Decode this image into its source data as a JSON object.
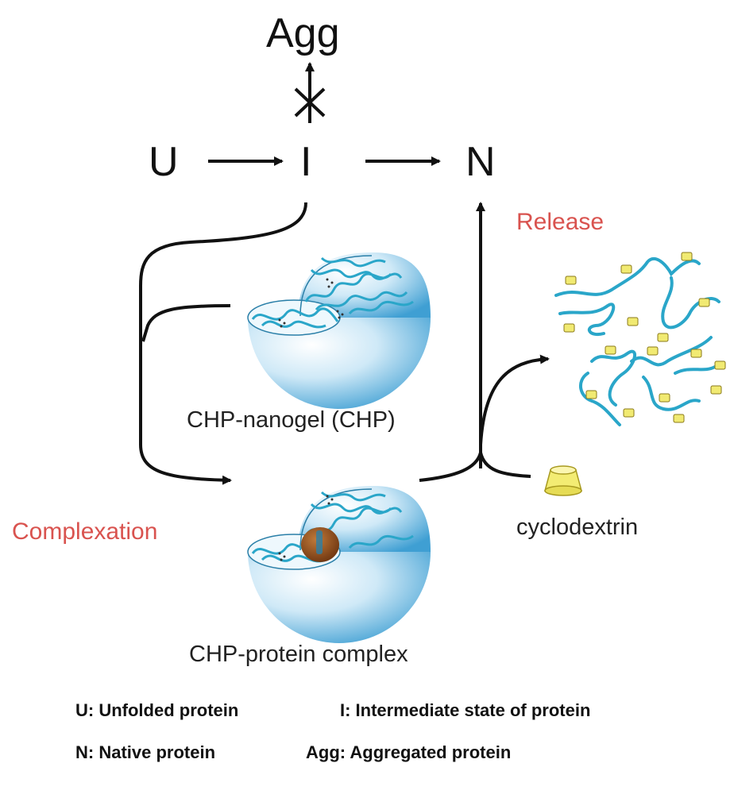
{
  "states": {
    "agg": "Agg",
    "u": "U",
    "i": "I",
    "n": "N"
  },
  "labels": {
    "release": "Release",
    "complexation": "Complexation",
    "chp_nanogel": "CHP-nanogel (CHP)",
    "chp_protein_complex": "CHP-protein complex",
    "cyclodextrin": "cyclodextrin"
  },
  "legend": {
    "u": "U: Unfolded protein",
    "i": "I: Intermediate state of protein",
    "n": "N: Native protein",
    "agg": "Agg: Aggregated protein"
  },
  "colors": {
    "accent_red": "#d9534f",
    "gel_blue": "#2aa6c9",
    "sphere_light": "#dff1fb",
    "sphere_dark": "#4aa6d8",
    "cyclodextrin_yellow": "#f1ea72",
    "protein_brown": "#8b4513"
  }
}
